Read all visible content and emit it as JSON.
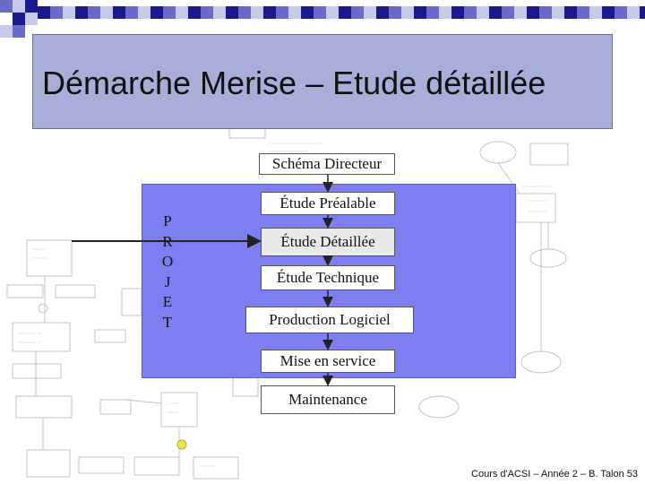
{
  "slide": {
    "title": "Démarche Merise – Etude détaillée",
    "footer": "Cours d'ACSI – Année 2 – B. Talon   53"
  },
  "projet_letters": [
    "P",
    "R",
    "O",
    "J",
    "E",
    "T"
  ],
  "steps": [
    {
      "label": "Schéma Directeur"
    },
    {
      "label": "Étude Préalable"
    },
    {
      "label": "Étude Détaillée"
    },
    {
      "label": "Étude Technique"
    },
    {
      "label": "Production Logiciel"
    },
    {
      "label": "Mise en service"
    },
    {
      "label": "Maintenance"
    }
  ],
  "colors": {
    "title_bg": "#a9aed9",
    "projet_bg": "#7d7ff0",
    "decor_dark": "#1a1a8c",
    "decor_mid": "#6a6ac8",
    "decor_light": "#c8c8e8"
  }
}
